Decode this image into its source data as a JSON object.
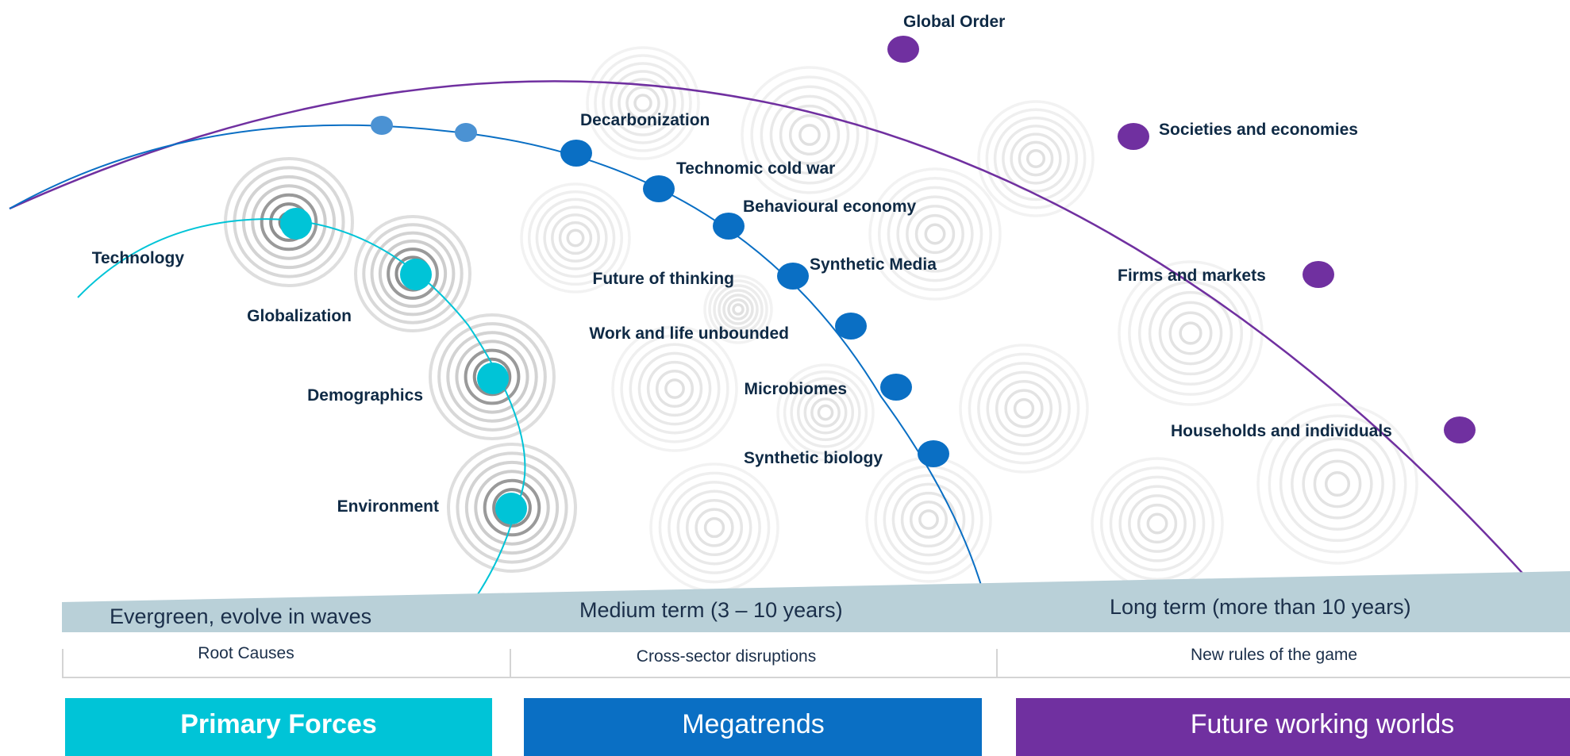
{
  "colors": {
    "primary": "#00c4d7",
    "megatrend": "#0a6fc4",
    "megatrend_light": "#4b92d3",
    "future": "#7030a0",
    "band": "#b9d0d8",
    "label": "#0f2a45"
  },
  "primary_forces": [
    "Technology",
    "Globalization",
    "Demographics",
    "Environment"
  ],
  "megatrends": [
    "Decarbonization",
    "Technomic cold war",
    "Behavioural economy",
    "Synthetic Media",
    "Future of thinking",
    "Work and life unbounded",
    "Microbiomes",
    "Synthetic biology"
  ],
  "future_worlds": [
    "Global Order",
    "Societies and economies",
    "Firms and markets",
    "Households and individuals"
  ],
  "bands": [
    "Evergreen, evolve in waves",
    "Medium term (3 – 10 years)",
    "Long term (more than 10 years)"
  ],
  "captions": [
    "Root Causes",
    "Cross-sector disruptions",
    "New rules of the game"
  ],
  "categories": [
    {
      "label": "Primary Forces",
      "bold": true
    },
    {
      "label": "Megatrends",
      "bold": false
    },
    {
      "label": "Future working worlds",
      "bold": false
    }
  ]
}
